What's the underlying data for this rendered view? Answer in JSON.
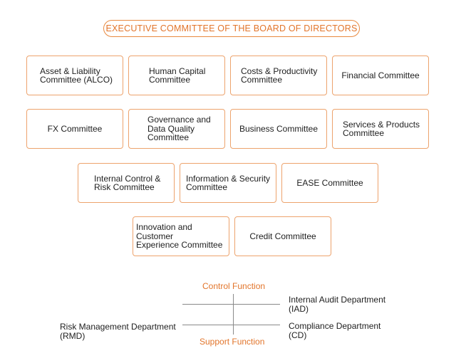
{
  "title": "EXECUTIVE COMMITTEE OF THE BOARD OF DIRECTORS",
  "committees": [
    {
      "label": "Asset & Liability\nCommittee (ALCO)"
    },
    {
      "label": "Human Capital\nCommittee"
    },
    {
      "label": "Costs & Productivity\nCommittee"
    },
    {
      "label": "Financial Committee"
    },
    {
      "label": "FX Committee"
    },
    {
      "label": "Governance and\nData Quality\nCommittee"
    },
    {
      "label": "Business Committee"
    },
    {
      "label": "Services & Products\nCommittee"
    },
    {
      "label": "Internal Control &\nRisk Committee"
    },
    {
      "label": "Information & Security\nCommittee"
    },
    {
      "label": "EASE Committee"
    },
    {
      "label": "Innovation and Customer\nExperience Committee"
    },
    {
      "label": "Credit Committee"
    }
  ],
  "functions": {
    "control": "Control Function",
    "support": "Support Function"
  },
  "departments": {
    "audit": "Internal Audit Department\n(IAD)",
    "compliance": "Compliance Department\n(CD)",
    "risk": "Risk Management Department\n(RMD)"
  },
  "colors": {
    "accent": "#e2752b",
    "box_border": "#eda36d",
    "line": "#8a8a8a"
  }
}
